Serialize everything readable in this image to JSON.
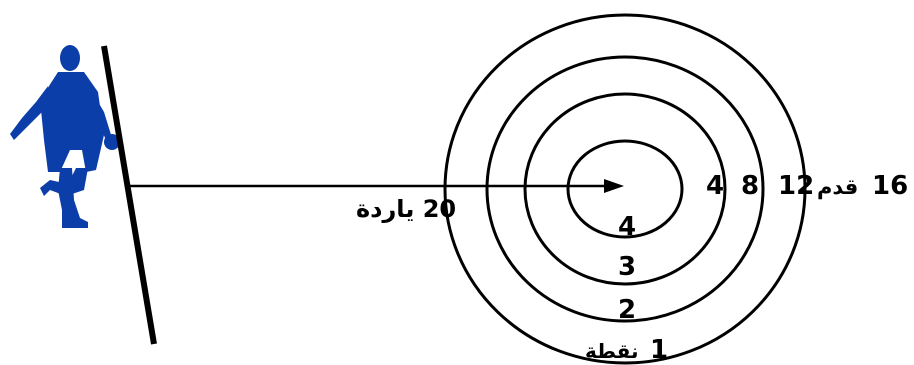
{
  "distance_label": "20 ياردة",
  "ring_size_labels": {
    "inner": "4",
    "second": "8",
    "third": "12",
    "outer_value": "16",
    "outer_unit": "قدم"
  },
  "ring_points": {
    "inner": "4",
    "second": "3",
    "third": "2",
    "outer_value": "1",
    "outer_unit": "نقطة"
  },
  "colors": {
    "player": "#0b3ea8",
    "line": "#000000"
  },
  "icons": {
    "player": "player-dribbling-silhouette-icon"
  }
}
